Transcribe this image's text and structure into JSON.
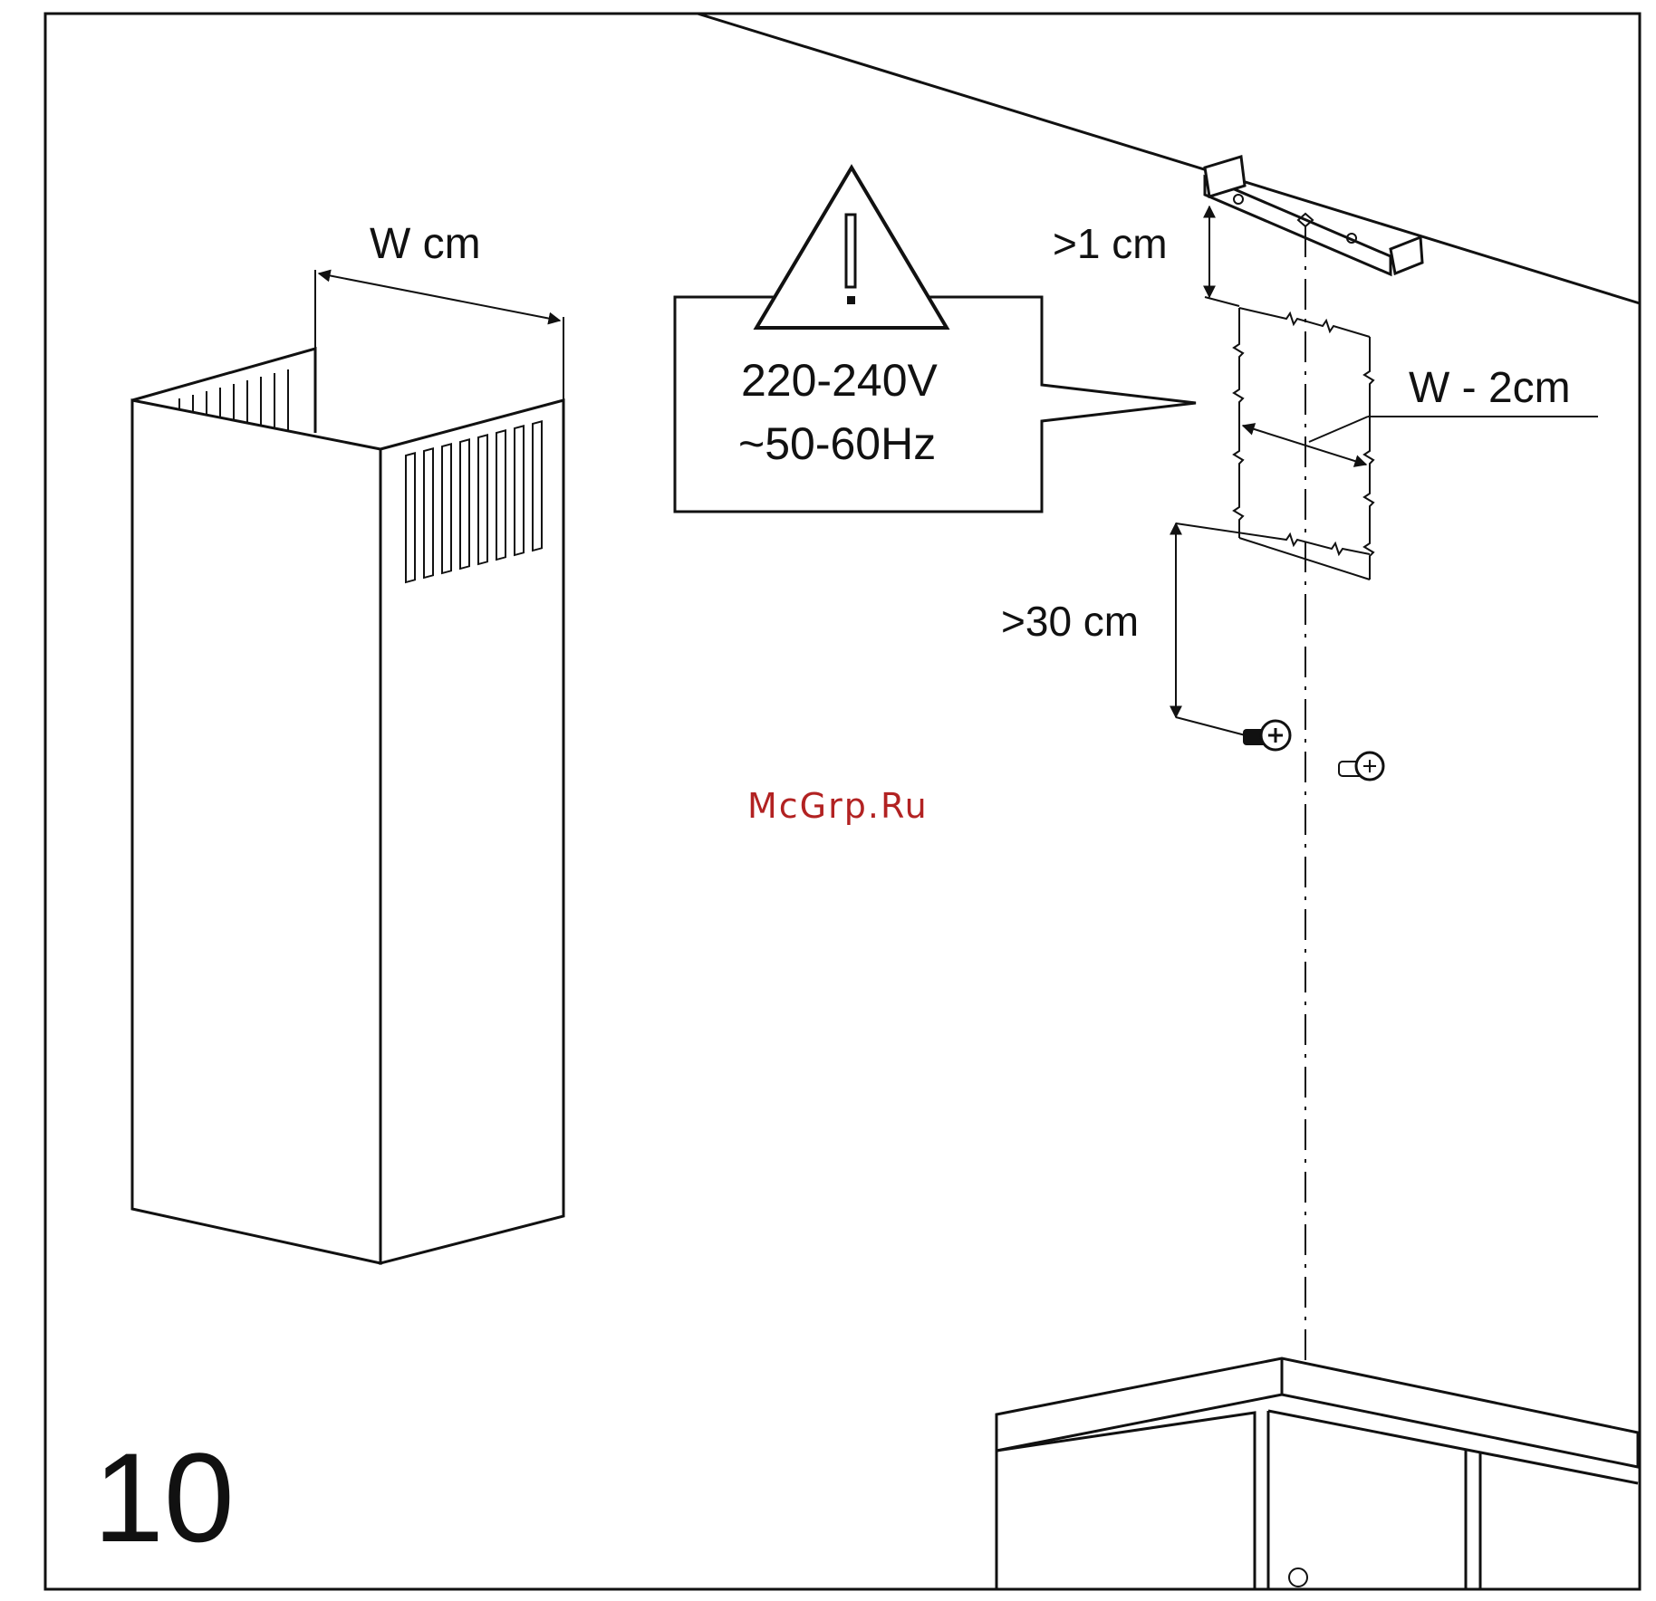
{
  "step_number": "10",
  "chimney": {
    "width_label": "W cm"
  },
  "warning": {
    "voltage": "220-240V",
    "frequency": "~50-60Hz",
    "icon": "warning-triangle-icon"
  },
  "dimensions": {
    "gap_top": ">1 cm",
    "gap_bottom": ">30 cm",
    "bracket_width": "W - 2cm"
  },
  "watermark": "McGrp.Ru",
  "colors": {
    "line": "#111111",
    "watermark": "#b22222",
    "background": "#ffffff"
  }
}
